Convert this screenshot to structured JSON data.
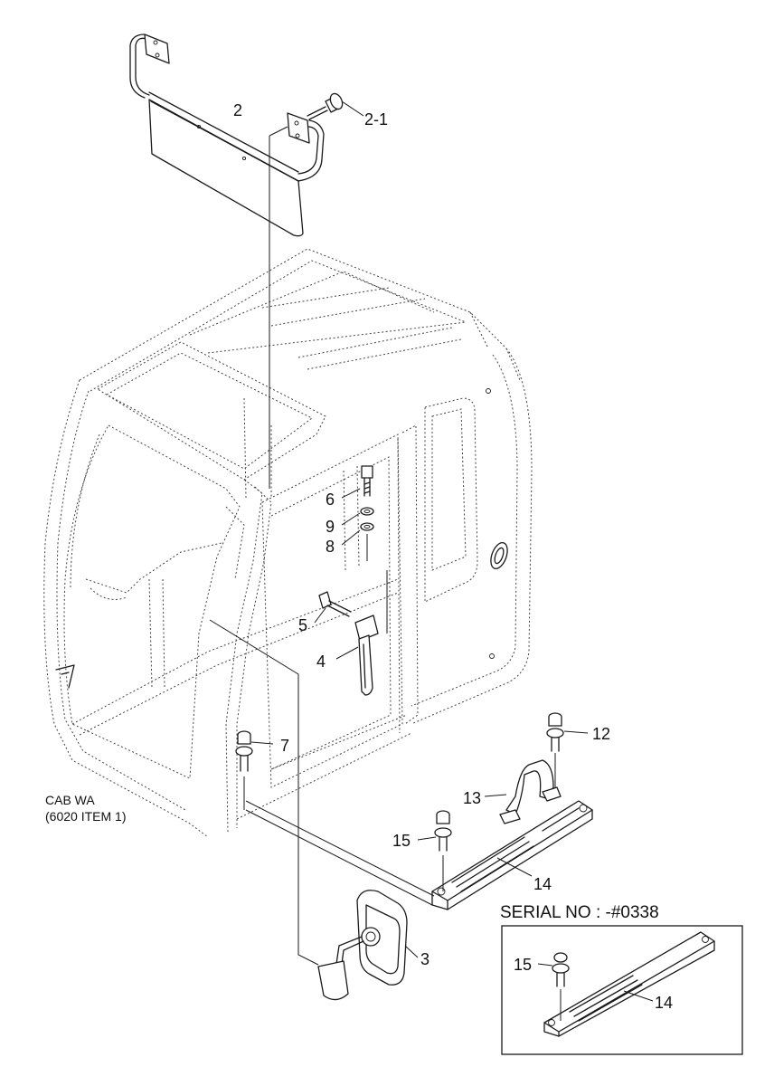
{
  "labels": {
    "p2": "2",
    "p2_1": "2-1",
    "p6": "6",
    "p9": "9",
    "p8": "8",
    "p5": "5",
    "p4": "4",
    "p7": "7",
    "p12": "12",
    "p13": "13",
    "p15": "15",
    "p14": "14",
    "p3": "3",
    "inset_p15": "15",
    "inset_p14": "14"
  },
  "cab_note": {
    "line1": "CAB WA",
    "line2": "(6020 ITEM 1)"
  },
  "serial_note": "SERIAL NO : -#0338"
}
